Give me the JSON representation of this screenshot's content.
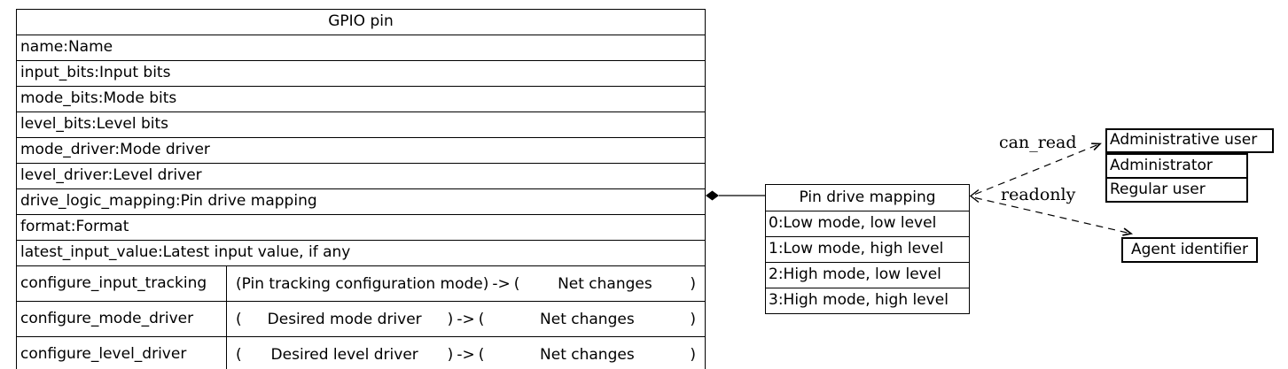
{
  "colors": {
    "ink": "#000000",
    "paper": "#ffffff"
  },
  "gpio": {
    "title": "GPIO pin",
    "attributes": [
      "name:Name",
      "input_bits:Input bits",
      "mode_bits:Mode bits",
      "level_bits:Level bits",
      "mode_driver:Mode driver",
      "level_driver:Level driver",
      "drive_logic_mapping:Pin drive mapping",
      "format:Format",
      "latest_input_value:Latest input value, if any"
    ],
    "methods": [
      {
        "name": "configure_input_tracking",
        "param": "Pin tracking configuration mode",
        "result": "Net changes"
      },
      {
        "name": "configure_mode_driver",
        "param": "Desired mode driver",
        "result": "Net changes"
      },
      {
        "name": "configure_level_driver",
        "param": "Desired level driver",
        "result": "Net changes"
      }
    ]
  },
  "syntax": {
    "open": "(",
    "close": ")",
    "arrow": "->"
  },
  "enum": {
    "title": "Pin drive mapping",
    "values": [
      "0:Low mode, low level",
      "1:Low mode, high level",
      "2:High mode, low level",
      "3:High mode, high level"
    ]
  },
  "roles": {
    "title": "Administrative user",
    "values": [
      "Administrator",
      "Regular user"
    ]
  },
  "agent": {
    "title": "Agent identifier"
  },
  "edges": {
    "can_read": "can_read",
    "readonly": "readonly"
  }
}
